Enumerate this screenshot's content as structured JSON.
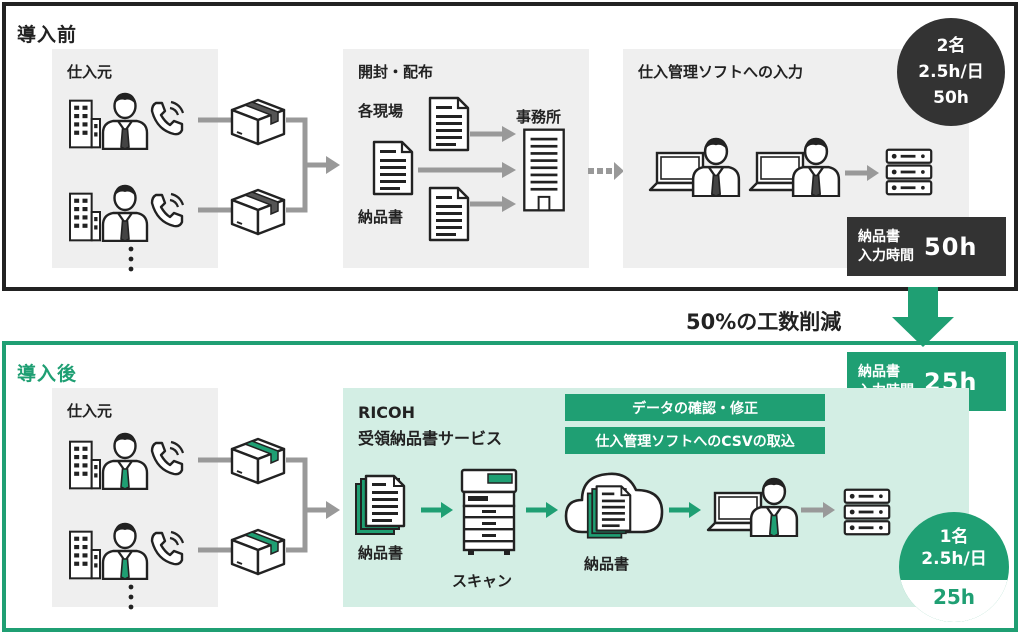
{
  "before": {
    "title": "導入前",
    "supplier_label": "仕入元",
    "open_label": "開封・配布",
    "site_label": "各現場",
    "office_label": "事務所",
    "slip_label": "納品書",
    "input_label": "仕入管理ソフトへの入力",
    "circle": {
      "people": "2名",
      "rate": "2.5h/日",
      "total": "50h"
    },
    "time_box": {
      "line1": "納品書",
      "line2": "入力時間",
      "value": "50h"
    }
  },
  "reduction": "50%の工数削減",
  "after": {
    "title": "導入後",
    "supplier_label": "仕入元",
    "service_line1": "RICOH",
    "service_line2": "受領納品書サービス",
    "bar1": "データの確認・修正",
    "bar2": "仕入管理ソフトへのCSVの取込",
    "slip_label": "納品書",
    "scan_label": "スキャン",
    "cloud_slip_label": "納品書",
    "circle": {
      "people": "1名",
      "rate": "2.5h/日",
      "total": "25h"
    },
    "time_box": {
      "line1": "納品書",
      "line2": "入力時間",
      "value": "25h"
    }
  },
  "colors": {
    "dark": "#333333",
    "green": "#1f9f73",
    "mint": "#d3eee4",
    "panel": "#efefef",
    "arrow_gray": "#999999"
  }
}
